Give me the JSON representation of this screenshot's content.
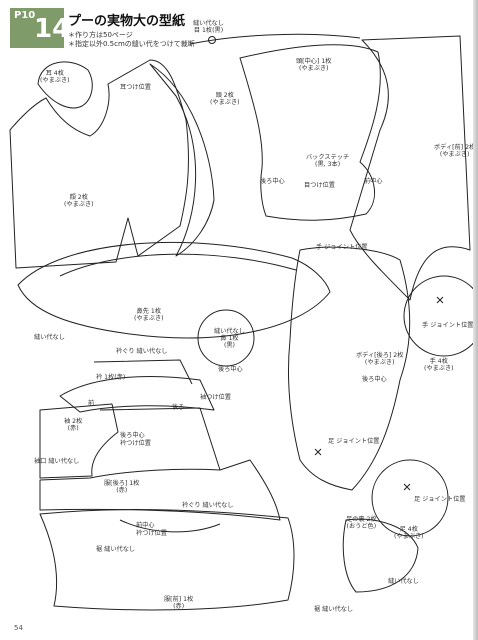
{
  "header": {
    "page_tag": "P10",
    "number": "14",
    "title": "プーの実物大の型紙",
    "notes": [
      "＊作り方は50ページ",
      "＊指定以外0.5cmの縫い代をつけて裁断"
    ]
  },
  "labels": {
    "eye": "縫い代なし\n目 1枚(黒)",
    "ear": "耳 4枚\n(やまぶき)",
    "ear_pos": "耳つけ位置",
    "head_center": "頭[中心] 1枚\n(やまぶき)",
    "head": "頭 2枚\n(やまぶき)",
    "face": "顔 2枚\n(やまぶき)",
    "back_stitch": "バックステッチ\n(黒, 3本)",
    "back_center_a": "後ろ中心",
    "front_center": "前中心",
    "eye_pos": "目つけ位置",
    "body_front": "ボディ[前] 2枚\n(やまぶき)",
    "hand_joint_a": "手 ジョイント位置",
    "hand_joint_b": "手 ジョイント位置",
    "muzzle": "鼻先 1枚\n(やまぶき)",
    "nose": "縫い代なし\n鼻 1枚\n(黒)",
    "no_seam_a": "縫い代なし",
    "collar_no_seam": "衿ぐり 縫い代なし",
    "back_center_b": "後ろ中心",
    "hand": "手 4枚\n(やまぶき)",
    "body_back": "ボディ[後ろ] 2枚\n(やまぶき)",
    "back_center_c": "後ろ中心",
    "sleeve_pos": "袖つけ位置",
    "collar": "衿 1枚(赤)",
    "front": "前",
    "back": "後ろ",
    "sleeve": "袖 2枚\n(赤)",
    "back_center_d": "後ろ中心",
    "collar_pos": "衿つけ位置",
    "cuff_no_seam": "袖口 縫い代なし",
    "leg_joint_a": "足 ジョイント位置",
    "leg_joint_b": "足 ジョイント位置",
    "shirt_back": "服[後ろ] 1枚\n(赤)",
    "collar_no_seam_b": "衿ぐり 縫い代なし",
    "front_center_b": "前中心",
    "collar_pos_b": "衿つけ位置",
    "hem_no_seam_a": "裾 縫い代なし",
    "sole": "足の裏 2枚\n(おうど色)",
    "foot": "足 4枚\n(やまぶき)",
    "no_seam_b": "縫い代なし",
    "shirt_front": "服[前] 1枚\n(赤)",
    "hem_no_seam_b": "裾 縫い代なし"
  },
  "footer": {
    "page_number": "54"
  },
  "colors": {
    "tab": "#7f9b6a",
    "line": "#222222",
    "paper": "#ffffff"
  }
}
